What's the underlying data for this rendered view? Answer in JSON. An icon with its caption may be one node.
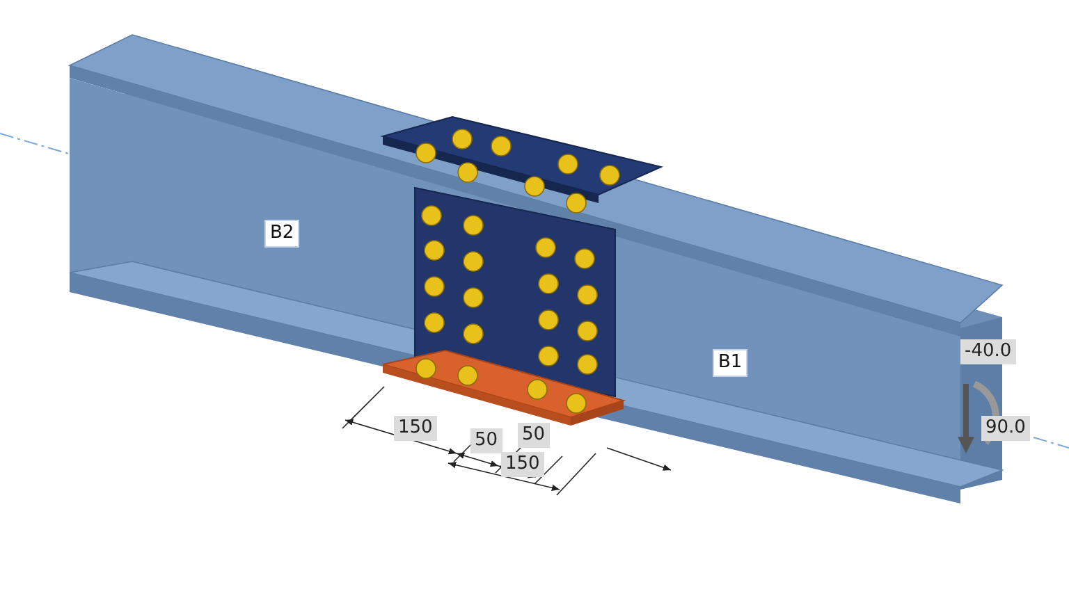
{
  "diagram": {
    "labels": [
      "B2",
      "B1",
      "-40.0",
      "150",
      "90.0",
      "50",
      "50",
      "150"
    ]
  }
}
